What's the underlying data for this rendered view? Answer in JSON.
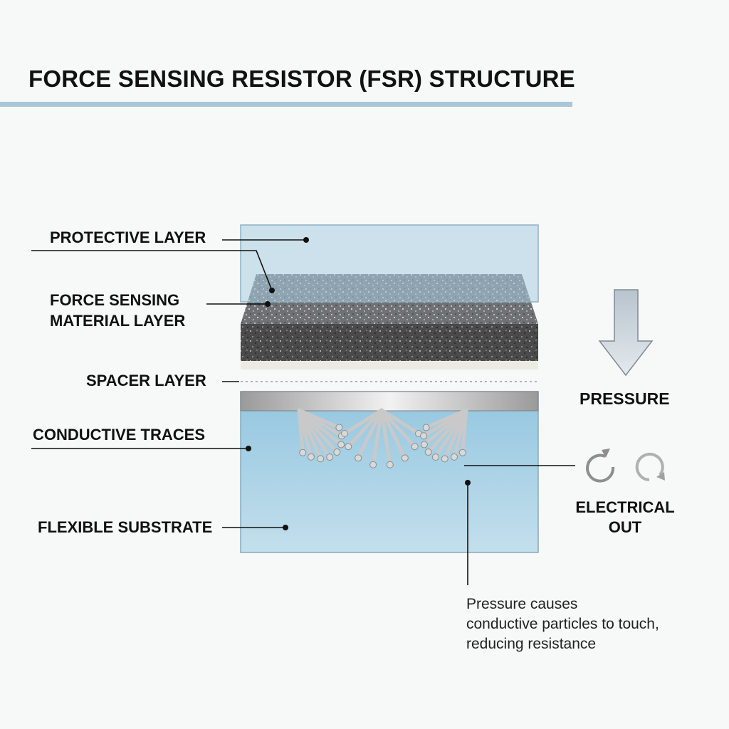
{
  "title": "FORCE SENSING RESISTOR (FSR) STRUCTURE",
  "labels": {
    "protective": "PROTECTIVE LAYER",
    "force_sensing_1": "FORCE SENSING",
    "force_sensing_2": "MATERIAL LAYER",
    "spacer": "SPACER LAYER",
    "conductive": "CONDUCTIVE TRACES",
    "substrate": "FLEXIBLE SUBSTRATE"
  },
  "pressure_label": "PRESSURE",
  "electrical_label_1": "ELECTRICAL",
  "electrical_label_2": "OUT",
  "note": {
    "line1": "Pressure causes",
    "line2": "conductive particles to touch,",
    "line3": "reducing resistance"
  },
  "colors": {
    "title_rule": "#a9c7d6",
    "protective": "#b9d3e2",
    "sensing_dark": "#4b4b4b",
    "substrate": "#a7cfe3",
    "trace": "#c8c8c8",
    "arrow": "#c9d3db"
  },
  "icons": {
    "pressure": "arrow-down-icon",
    "electrical": "rotate-arrows-icon"
  }
}
